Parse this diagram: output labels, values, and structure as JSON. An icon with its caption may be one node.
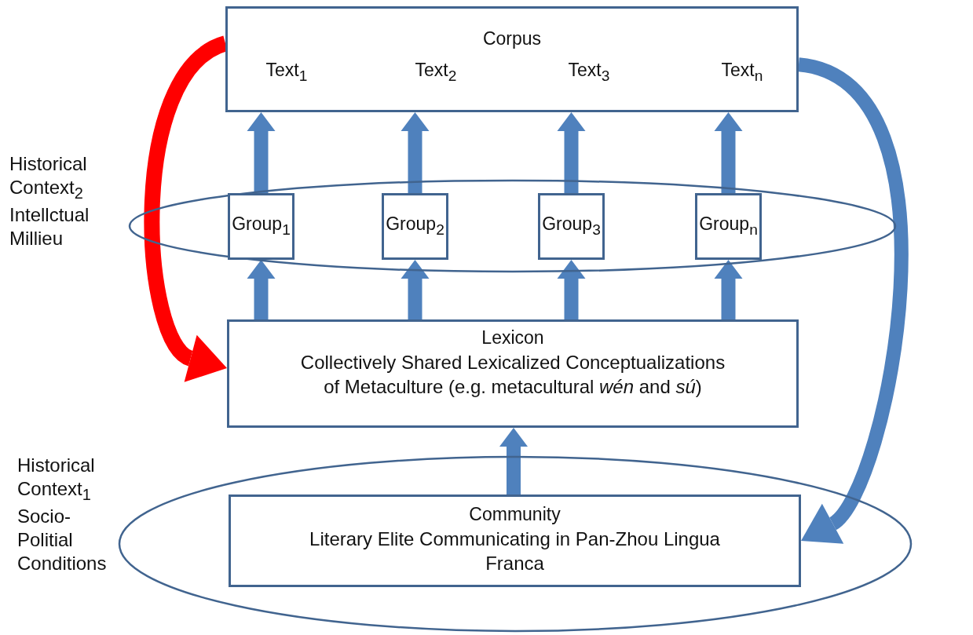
{
  "diagram": {
    "nodes": [
      {
        "text": [
          "Corpus",
          "Text$_{1}$",
          "Text$_{2}$",
          "Text$_{3}$",
          "Text$_{n}$"
        ]
      },
      {
        "text": [
          "Historical Context$_{2}$ Intellctual Millieu"
        ]
      },
      {
        "text": [
          "Group$_{1}$"
        ],
        "in": 1
      },
      {
        "text": [
          "Group$_{2}$"
        ],
        "in": 1
      },
      {
        "text": [
          "Group$_{3}$"
        ],
        "in": 1
      },
      {
        "text": [
          "Group$_{n}$"
        ],
        "in": 1
      },
      {
        "text": [
          "Lexicon",
          "Collectively Shared Lexicalized Conceptualizations of Metaculture (e.g. metacultural *wén* and *sú*)"
        ]
      },
      {
        "text": [
          "Historical Context$_{1}$ Socio-Politial Conditions"
        ]
      },
      {
        "text": [
          "Community",
          "Literary Elite Communicating in Pan-Zhou Lingua Franca"
        ],
        "in": 7
      }
    ],
    "edges": [
      {
        "from": 2,
        "to": 0,
        "arrow": "to"
      },
      {
        "from": 3,
        "to": 0,
        "arrow": "to"
      },
      {
        "from": 4,
        "to": 0,
        "arrow": "to"
      },
      {
        "from": 5,
        "to": 0,
        "arrow": "to"
      },
      {
        "from": 6,
        "to": 2,
        "arrow": "to"
      },
      {
        "from": 6,
        "to": 3,
        "arrow": "to"
      },
      {
        "from": 6,
        "to": 4,
        "arrow": "to"
      },
      {
        "from": 6,
        "to": 5,
        "arrow": "to"
      },
      {
        "from": 8,
        "to": 6,
        "arrow": "to"
      },
      {
        "from": 0,
        "to": 6,
        "arrow": "to",
        "color": "#ff0000"
      },
      {
        "from": 0,
        "to": 8,
        "arrow": "to"
      }
    ]
  }
}
